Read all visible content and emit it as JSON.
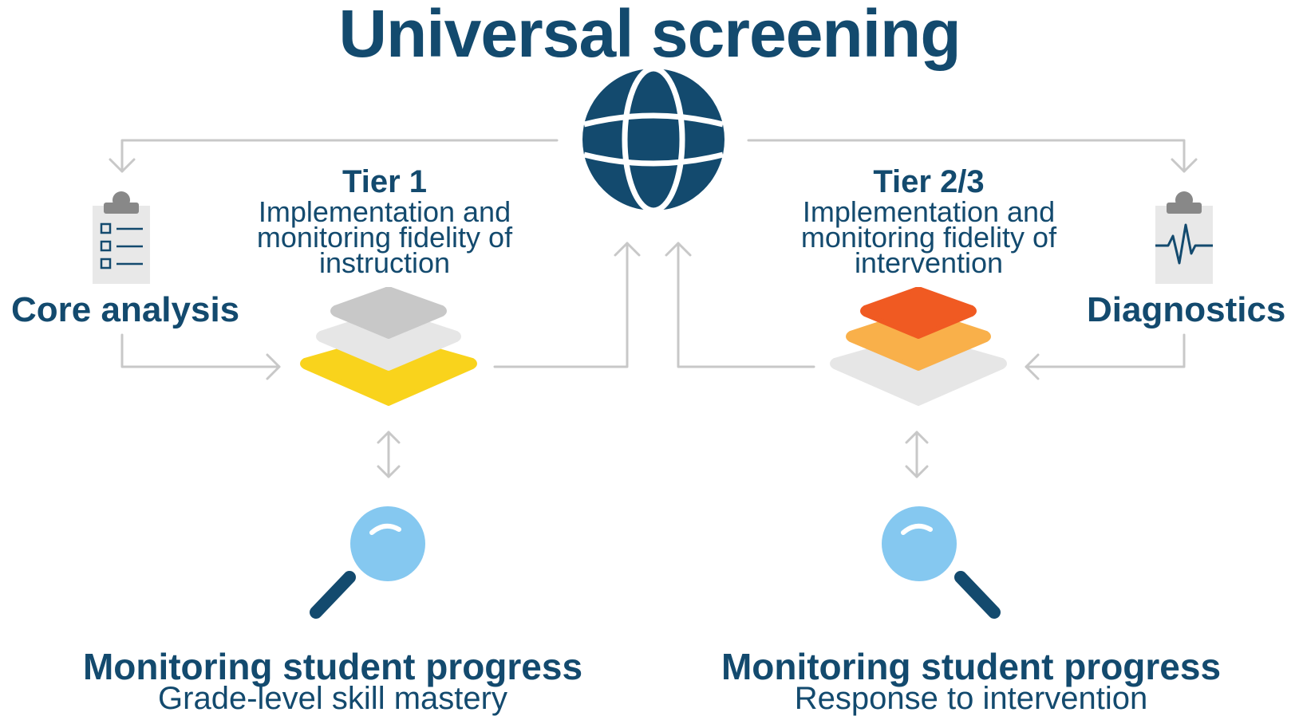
{
  "title": "Universal screening",
  "tier1": {
    "title": "Tier 1",
    "subtitle": "Implementation and\nmonitoring fidelity of\ninstruction"
  },
  "tier23": {
    "title": "Tier 2/3",
    "subtitle": "Implementation and\nmonitoring fidelity of\nintervention"
  },
  "left_label": "Core analysis",
  "right_label": "Diagnostics",
  "monitor_left": {
    "title": "Monitoring student progress",
    "subtitle": "Grade-level skill mastery"
  },
  "monitor_right": {
    "title": "Monitoring student progress",
    "subtitle": "Response to intervention"
  },
  "icons": {
    "globe": "globe-icon",
    "clipboard_checklist": "clipboard-checklist-icon",
    "clipboard_heartbeat": "clipboard-heartbeat-icon",
    "layers_tier1": "layers-tier1-icon",
    "layers_tier23": "layers-tier23-icon",
    "magnifier": "magnifying-glass-icon"
  },
  "colors": {
    "navy": "#134a6e",
    "arrow_gray": "#c8c8c8",
    "layer_gray_dark": "#c8c8c8",
    "layer_gray_light": "#e6e6e6",
    "layer_yellow": "#f9d31c",
    "layer_orange_dark": "#f05a22",
    "layer_orange_light": "#f9b04a",
    "lens_blue": "#85c8f0"
  }
}
